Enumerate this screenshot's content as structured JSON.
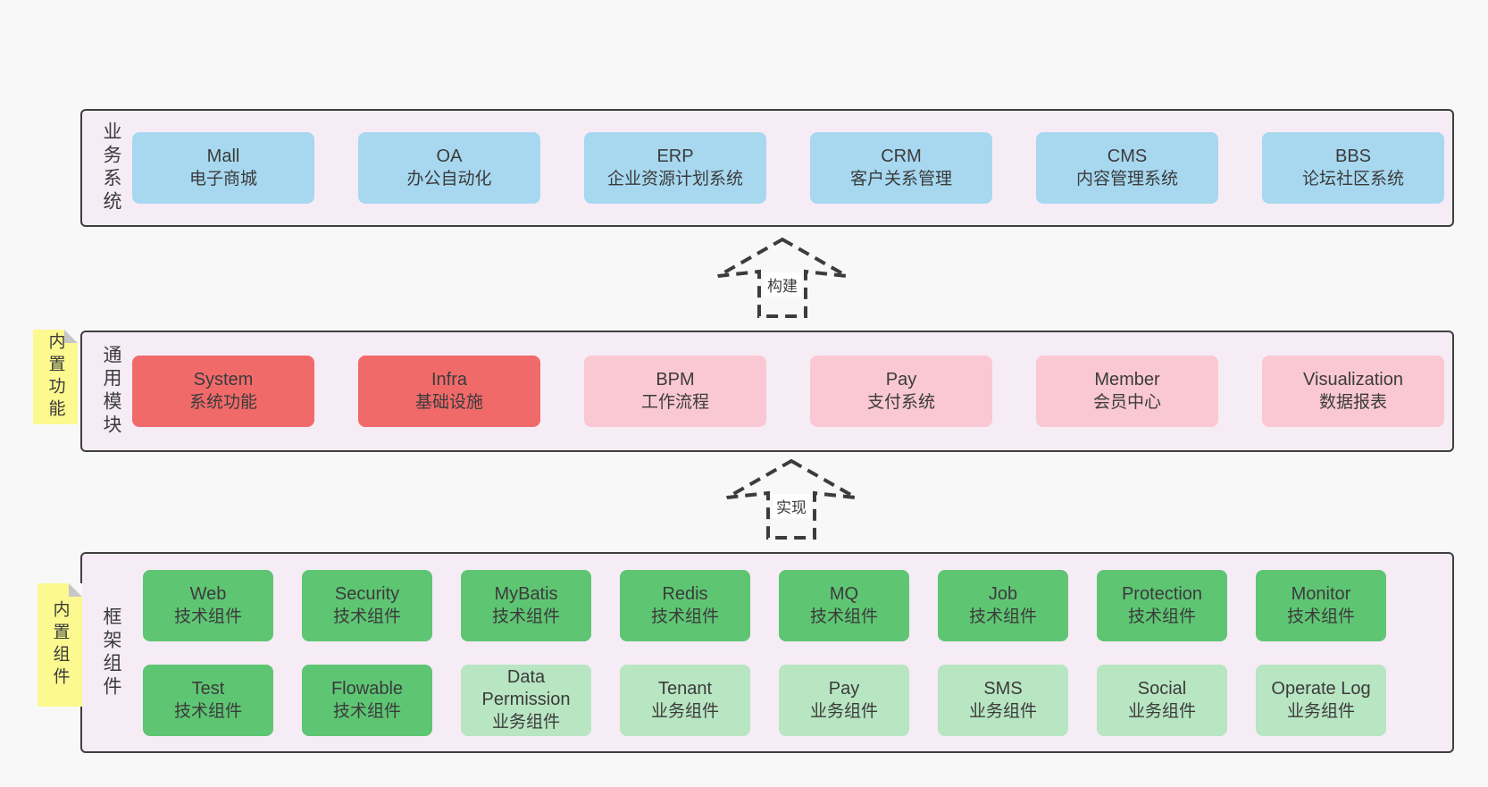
{
  "colors": {
    "page-bg": "#f8f8f8",
    "band-bg": "#f6ecf5",
    "band-border": "#3f3f3f",
    "node-blue": "#a7d8f0",
    "node-red": "#f16a6a",
    "node-pink": "#fac8d2",
    "node-green-dark": "#5ec573",
    "node-green-light": "#b8e5c2",
    "sticky-yellow": "#fbf98f",
    "fold-gray": "#c7c7c7",
    "text": "#3b3b3b",
    "arrow": "#3c3c3c"
  },
  "bands": [
    {
      "label": "业务系统",
      "items": [
        {
          "title": "Mall",
          "subtitle": "电子商城",
          "variant": "blue"
        },
        {
          "title": "OA",
          "subtitle": "办公自动化",
          "variant": "blue"
        },
        {
          "title": "ERP",
          "subtitle": "企业资源计划系统",
          "variant": "blue"
        },
        {
          "title": "CRM",
          "subtitle": "客户关系管理",
          "variant": "blue"
        },
        {
          "title": "CMS",
          "subtitle": "内容管理系统",
          "variant": "blue"
        },
        {
          "title": "BBS",
          "subtitle": "论坛社区系统",
          "variant": "blue"
        }
      ]
    },
    {
      "label": "通用模块",
      "items": [
        {
          "title": "System",
          "subtitle": "系统功能",
          "variant": "red"
        },
        {
          "title": "Infra",
          "subtitle": "基础设施",
          "variant": "red"
        },
        {
          "title": "BPM",
          "subtitle": "工作流程",
          "variant": "pink"
        },
        {
          "title": "Pay",
          "subtitle": "支付系统",
          "variant": "pink"
        },
        {
          "title": "Member",
          "subtitle": "会员中心",
          "variant": "pink"
        },
        {
          "title": "Visualization",
          "subtitle": "数据报表",
          "variant": "pink"
        }
      ]
    },
    {
      "label": "框架组件",
      "rows": [
        [
          {
            "title": "Web",
            "subtitle": "技术组件",
            "variant": "green-dark"
          },
          {
            "title": "Security",
            "subtitle": "技术组件",
            "variant": "green-dark"
          },
          {
            "title": "MyBatis",
            "subtitle": "技术组件",
            "variant": "green-dark"
          },
          {
            "title": "Redis",
            "subtitle": "技术组件",
            "variant": "green-dark"
          },
          {
            "title": "MQ",
            "subtitle": "技术组件",
            "variant": "green-dark"
          },
          {
            "title": "Job",
            "subtitle": "技术组件",
            "variant": "green-dark"
          },
          {
            "title": "Protection",
            "subtitle": "技术组件",
            "variant": "green-dark"
          },
          {
            "title": "Monitor",
            "subtitle": "技术组件",
            "variant": "green-dark"
          }
        ],
        [
          {
            "title": "Test",
            "subtitle": "技术组件",
            "variant": "green-dark"
          },
          {
            "title": "Flowable",
            "subtitle": "技术组件",
            "variant": "green-dark"
          },
          {
            "title": "Data Permission",
            "subtitle": "业务组件",
            "variant": "green-light"
          },
          {
            "title": "Tenant",
            "subtitle": "业务组件",
            "variant": "green-light"
          },
          {
            "title": "Pay",
            "subtitle": "业务组件",
            "variant": "green-light"
          },
          {
            "title": "SMS",
            "subtitle": "业务组件",
            "variant": "green-light"
          },
          {
            "title": "Social",
            "subtitle": "业务组件",
            "variant": "green-light"
          },
          {
            "title": "Operate Log",
            "subtitle": "业务组件",
            "variant": "green-light"
          }
        ]
      ]
    }
  ],
  "stickies": [
    {
      "label": "内置功能"
    },
    {
      "label": "内置组件"
    }
  ],
  "arrows": [
    {
      "label": "构建"
    },
    {
      "label": "实现"
    }
  ]
}
